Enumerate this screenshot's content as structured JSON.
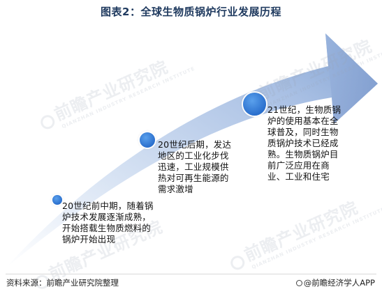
{
  "title": "图表2：全球生物质锅炉行业发展历程",
  "watermark": {
    "brand": "前瞻产业研究院",
    "sub": "QIANZHAN INDUSTRY RESEARCH INSTITUTE"
  },
  "stages": [
    {
      "text": "20世纪前中期，随着锅炉技术发展逐渐成熟，开始搭载生物质燃料的锅炉开始出现"
    },
    {
      "text": "20世纪后期，发达地区的工业化步伐迅速，工业规模供热对可再生能源的需求激增"
    },
    {
      "text": "21世纪，生物质锅炉的使用基本在全球普及，同时生物质锅炉技术已经成熟。生物质锅炉目前广泛应用在商业、工业和住宅"
    }
  ],
  "footer": {
    "source": "资料来源：前瞻产业研究院整理",
    "brand": "@前瞻经济学人APP"
  },
  "colors": {
    "title": "#1f3a5f",
    "node": "#2a6fcd",
    "arrow_light": "#eef4fb",
    "arrow_dark": "#7e9fd0"
  }
}
